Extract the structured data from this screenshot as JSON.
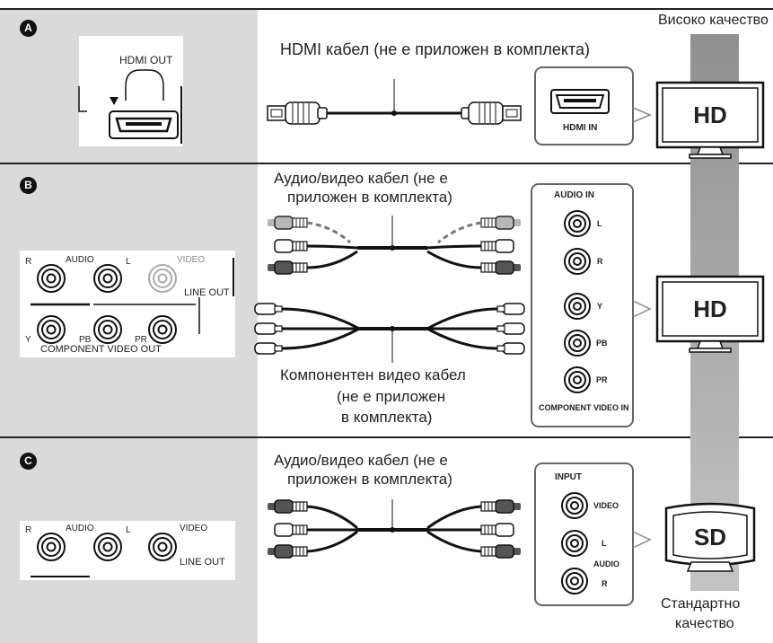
{
  "sections": [
    {
      "badge": "A",
      "player_labels": {
        "port": "HDMI OUT"
      },
      "cable_caption": "HDMI кабел (не е приложен в комплекта)",
      "tv_input": {
        "port": "HDMI IN"
      },
      "tv_screen": "HD"
    },
    {
      "badge": "B",
      "player_labels": {
        "r": "R",
        "audio": "AUDIO",
        "l": "L",
        "video": "VIDEO",
        "line_out": "LINE OUT",
        "y": "Y",
        "pb": "PB",
        "pr": "PR",
        "component_out": "COMPONENT VIDEO OUT"
      },
      "av_caption_1": "Аудио/видео кабел (не е",
      "av_caption_2": "приложен в комплекта)",
      "comp_caption_1": "Компонентен видео кабел",
      "comp_caption_2": "(не е приложен",
      "comp_caption_3": "в комплекта)",
      "tv_input": {
        "audio_in": "AUDIO IN",
        "l": "L",
        "r": "R",
        "y": "Y",
        "pb": "PB",
        "pr": "PR",
        "component_in": "COMPONENT VIDEO IN"
      },
      "tv_screen": "HD"
    },
    {
      "badge": "C",
      "player_labels": {
        "r": "R",
        "audio": "AUDIO",
        "l": "L",
        "video": "VIDEO",
        "line_out": "LINE OUT"
      },
      "av_caption_1": "Аудио/видео кабел (не е",
      "av_caption_2": "приложен в комплекта)",
      "tv_input": {
        "input": "INPUT",
        "video": "VIDEO",
        "l": "L",
        "audio": "AUDIO",
        "r": "R"
      },
      "tv_screen": "SD"
    }
  ],
  "quality_high": "Високо качество",
  "quality_standard_1": "Стандартно",
  "quality_standard_2": "качество",
  "colors": {
    "panel_bg": "#dadada",
    "quality_bar": "#a8a8a8",
    "line": "#222222"
  }
}
